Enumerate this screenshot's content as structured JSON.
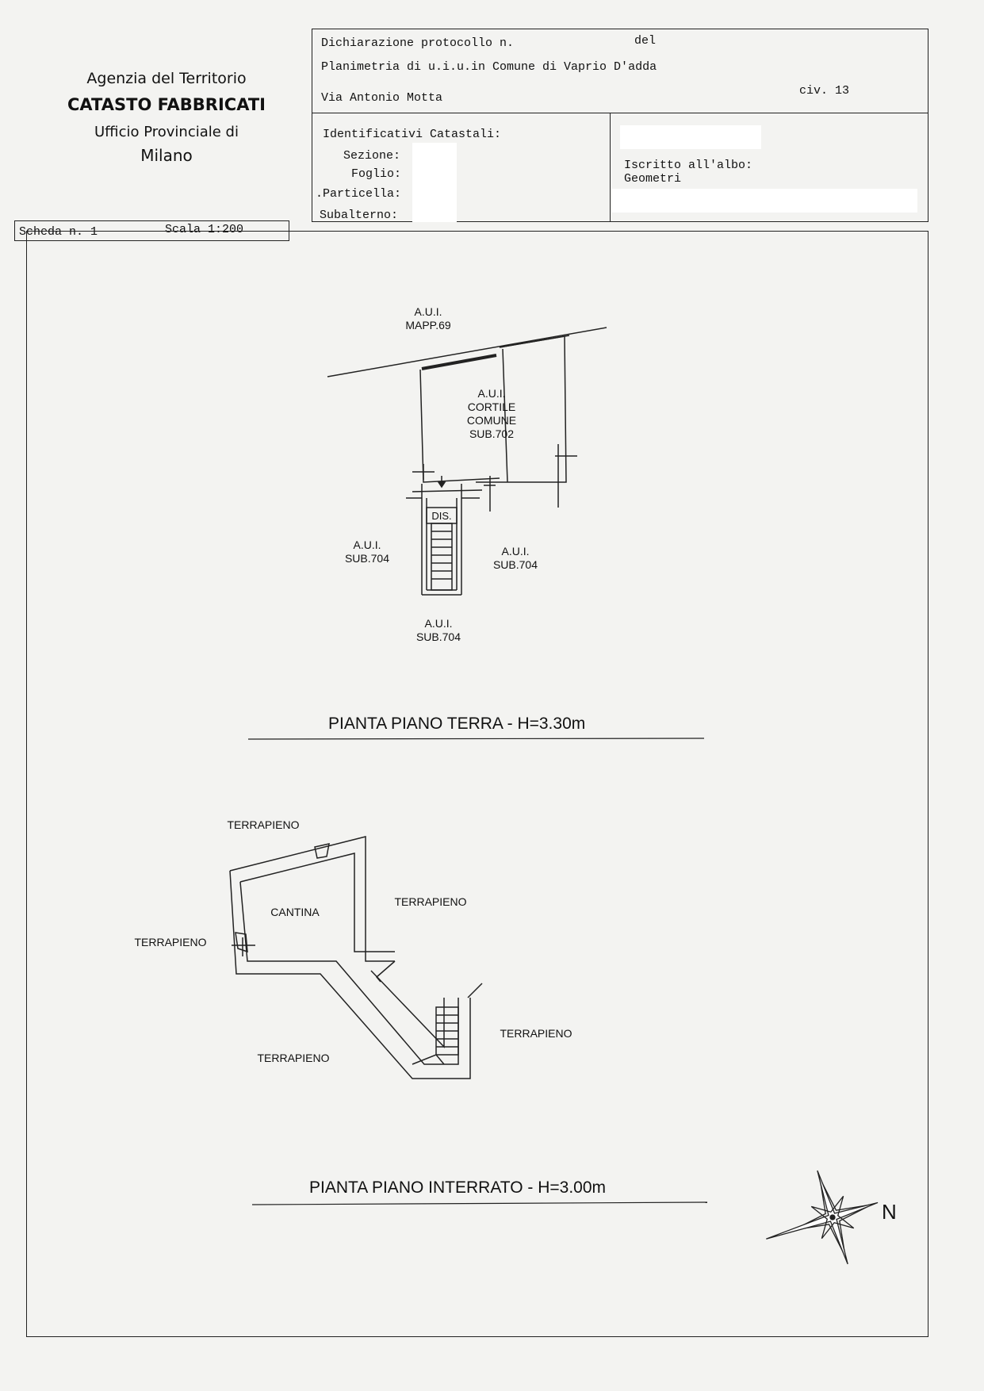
{
  "agency": {
    "line1": "Agenzia del Territorio",
    "line2": "CATASTO FABBRICATI",
    "line3": "Ufficio Provinciale di",
    "line4": "Milano"
  },
  "header": {
    "protocol": "Dichiarazione protocollo n.",
    "del": "del",
    "planimetria": "Planimetria di u.i.u.in Comune di Vaprio D'adda",
    "via": "Via Antonio Motta",
    "civ": "civ. 13",
    "identificativi": "Identificativi Catastali:",
    "sezione": "Sezione:",
    "foglio": "Foglio:",
    "particella": ".Particella:",
    "subalterno": "Subalterno:",
    "iscritto": "Iscritto all'albo:",
    "albo": "Geometri"
  },
  "scheda": {
    "number": "Scheda n. 1",
    "scale": "Scala 1:200"
  },
  "ground_floor": {
    "title": "PIANTA PIANO TERRA - H=3.30m",
    "mapp_1": "A.U.I.",
    "mapp_2": "MAPP.69",
    "cortile_1": "A.U.I.",
    "cortile_2": "CORTILE",
    "cortile_3": "COMUNE",
    "cortile_4": "SUB.702",
    "dis": "DIS.",
    "left_1": "A.U.I.",
    "left_2": "SUB.704",
    "right_1": "A.U.I.",
    "right_2": "SUB.704",
    "bottom_1": "A.U.I.",
    "bottom_2": "SUB.704"
  },
  "basement": {
    "title": "PIANTA PIANO INTERRATO - H=3.00m",
    "terrapieno_top": "TERRAPIENO",
    "terrapieno_right_top": "TERRAPIENO",
    "terrapieno_left": "TERRAPIENO",
    "terrapieno_right_bottom": "TERRAPIENO",
    "terrapieno_bottom_left": "TERRAPIENO",
    "cantina": "CANTINA"
  },
  "compass": {
    "north": "N"
  }
}
